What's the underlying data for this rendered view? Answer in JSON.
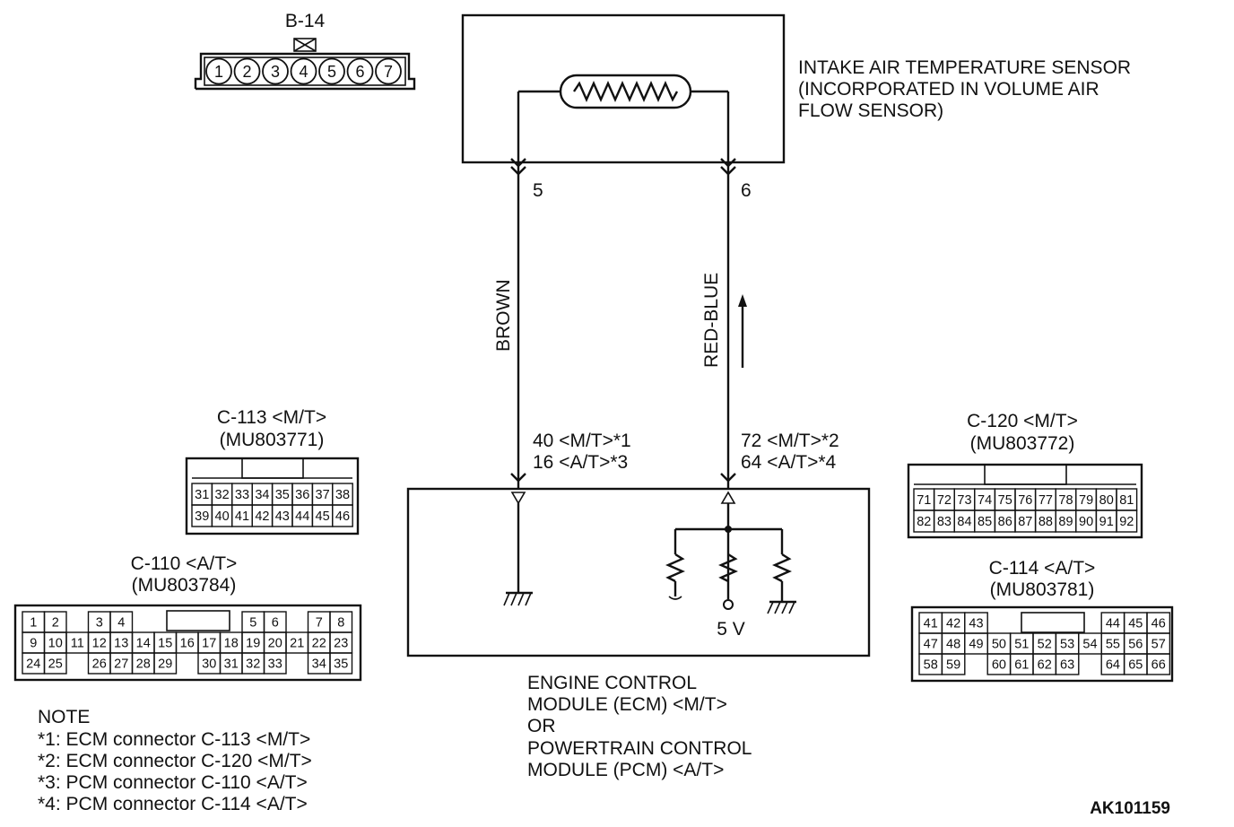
{
  "b14": {
    "title": "B-14",
    "pins": [
      "1",
      "2",
      "3",
      "4",
      "5",
      "6",
      "7"
    ]
  },
  "sensor": {
    "label_lines": [
      "INTAKE AIR TEMPERATURE SENSOR",
      "(INCORPORATED IN VOLUME AIR",
      "FLOW SENSOR)"
    ],
    "pin_left": "5",
    "pin_right": "6"
  },
  "wires": {
    "left_color": "BROWN",
    "right_color": "RED-BLUE",
    "left_terminals": [
      "40 <M/T>*1",
      "16 <A/T>*3"
    ],
    "right_terminals": [
      "72 <M/T>*2",
      "64 <A/T>*4"
    ]
  },
  "module": {
    "voltage": "5 V",
    "label_lines": [
      "ENGINE CONTROL",
      "MODULE (ECM) <M/T>",
      "OR",
      "POWERTRAIN CONTROL",
      "MODULE (PCM) <A/T>"
    ]
  },
  "connectors": {
    "c113": {
      "name": "C-113 <M/T>",
      "part": "(MU803771)",
      "rows": [
        [
          "31",
          "32",
          "33",
          "34",
          "35",
          "36",
          "37",
          "38"
        ],
        [
          "39",
          "40",
          "41",
          "42",
          "43",
          "44",
          "45",
          "46"
        ]
      ]
    },
    "c110": {
      "name": "C-110 <A/T>",
      "part": "(MU803784)",
      "rows": [
        [
          "1",
          "2",
          "",
          "3",
          "4",
          "",
          "",
          "",
          "",
          "",
          "5",
          "6",
          "",
          "7",
          "8"
        ],
        [
          "9",
          "10",
          "11",
          "12",
          "13",
          "14",
          "15",
          "16",
          "17",
          "18",
          "19",
          "20",
          "21",
          "22",
          "23"
        ],
        [
          "24",
          "25",
          "",
          "26",
          "27",
          "28",
          "29",
          "",
          "30",
          "31",
          "32",
          "33",
          "",
          "34",
          "35"
        ]
      ]
    },
    "c120": {
      "name": "C-120 <M/T>",
      "part": "(MU803772)",
      "rows": [
        [
          "71",
          "72",
          "73",
          "74",
          "75",
          "76",
          "77",
          "78",
          "79",
          "80",
          "81"
        ],
        [
          "82",
          "83",
          "84",
          "85",
          "86",
          "87",
          "88",
          "89",
          "90",
          "91",
          "92"
        ]
      ]
    },
    "c114": {
      "name": "C-114 <A/T>",
      "part": "(MU803781)",
      "rows": [
        [
          "41",
          "42",
          "43",
          "",
          "",
          "",
          "",
          "",
          "44",
          "45",
          "46"
        ],
        [
          "47",
          "48",
          "49",
          "50",
          "51",
          "52",
          "53",
          "54",
          "55",
          "56",
          "57"
        ],
        [
          "58",
          "59",
          "",
          "60",
          "61",
          "62",
          "63",
          "",
          "64",
          "65",
          "66"
        ]
      ]
    }
  },
  "note": {
    "title": "NOTE",
    "items": [
      "*1: ECM connector C-113 <M/T>",
      "*2: ECM connector C-120 <M/T>",
      "*3: PCM connector C-110 <A/T>",
      "*4: PCM connector C-114 <A/T>"
    ]
  },
  "code": "AK101159"
}
